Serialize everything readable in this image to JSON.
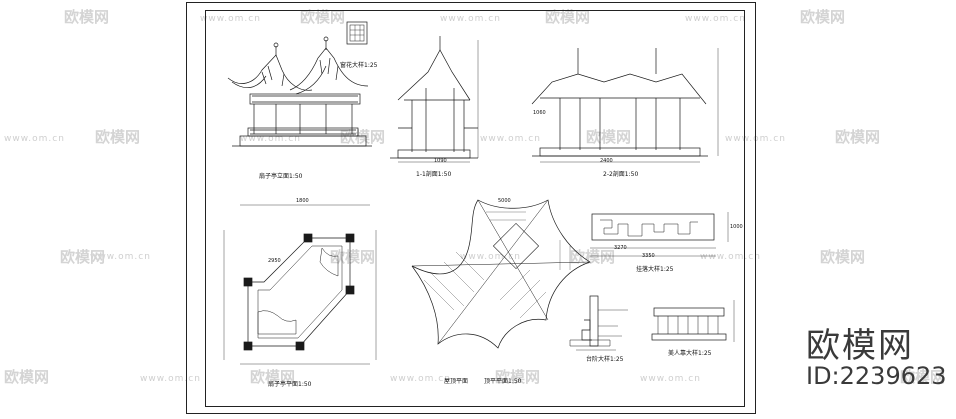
{
  "titles": {
    "front_elevation": "扇子亭立面1:50",
    "section_1": "1-1剖面1:50",
    "section_2": "2-2剖面1:50",
    "plan": "扇子亭平面1:50",
    "roof_plan": "屋顶平面",
    "top_plan": "顶平平面1:50",
    "window_detail": "窗花大样1:25",
    "rail_detail": "挂落大样1:25",
    "base_detail": "台阶大样1:25",
    "seat_detail": "美人靠大样1:25"
  },
  "dims": {
    "d1": "3270",
    "d2": "3350",
    "d3": "1000",
    "d4": "2950",
    "d5": "1800",
    "d6": "2400",
    "d7": "1090",
    "d8": "5000",
    "d9": "1060"
  },
  "watermark": {
    "url": "www.om.cn",
    "logo": "欧模网"
  },
  "brand": {
    "name": "欧模网",
    "id": "ID:2239623"
  }
}
